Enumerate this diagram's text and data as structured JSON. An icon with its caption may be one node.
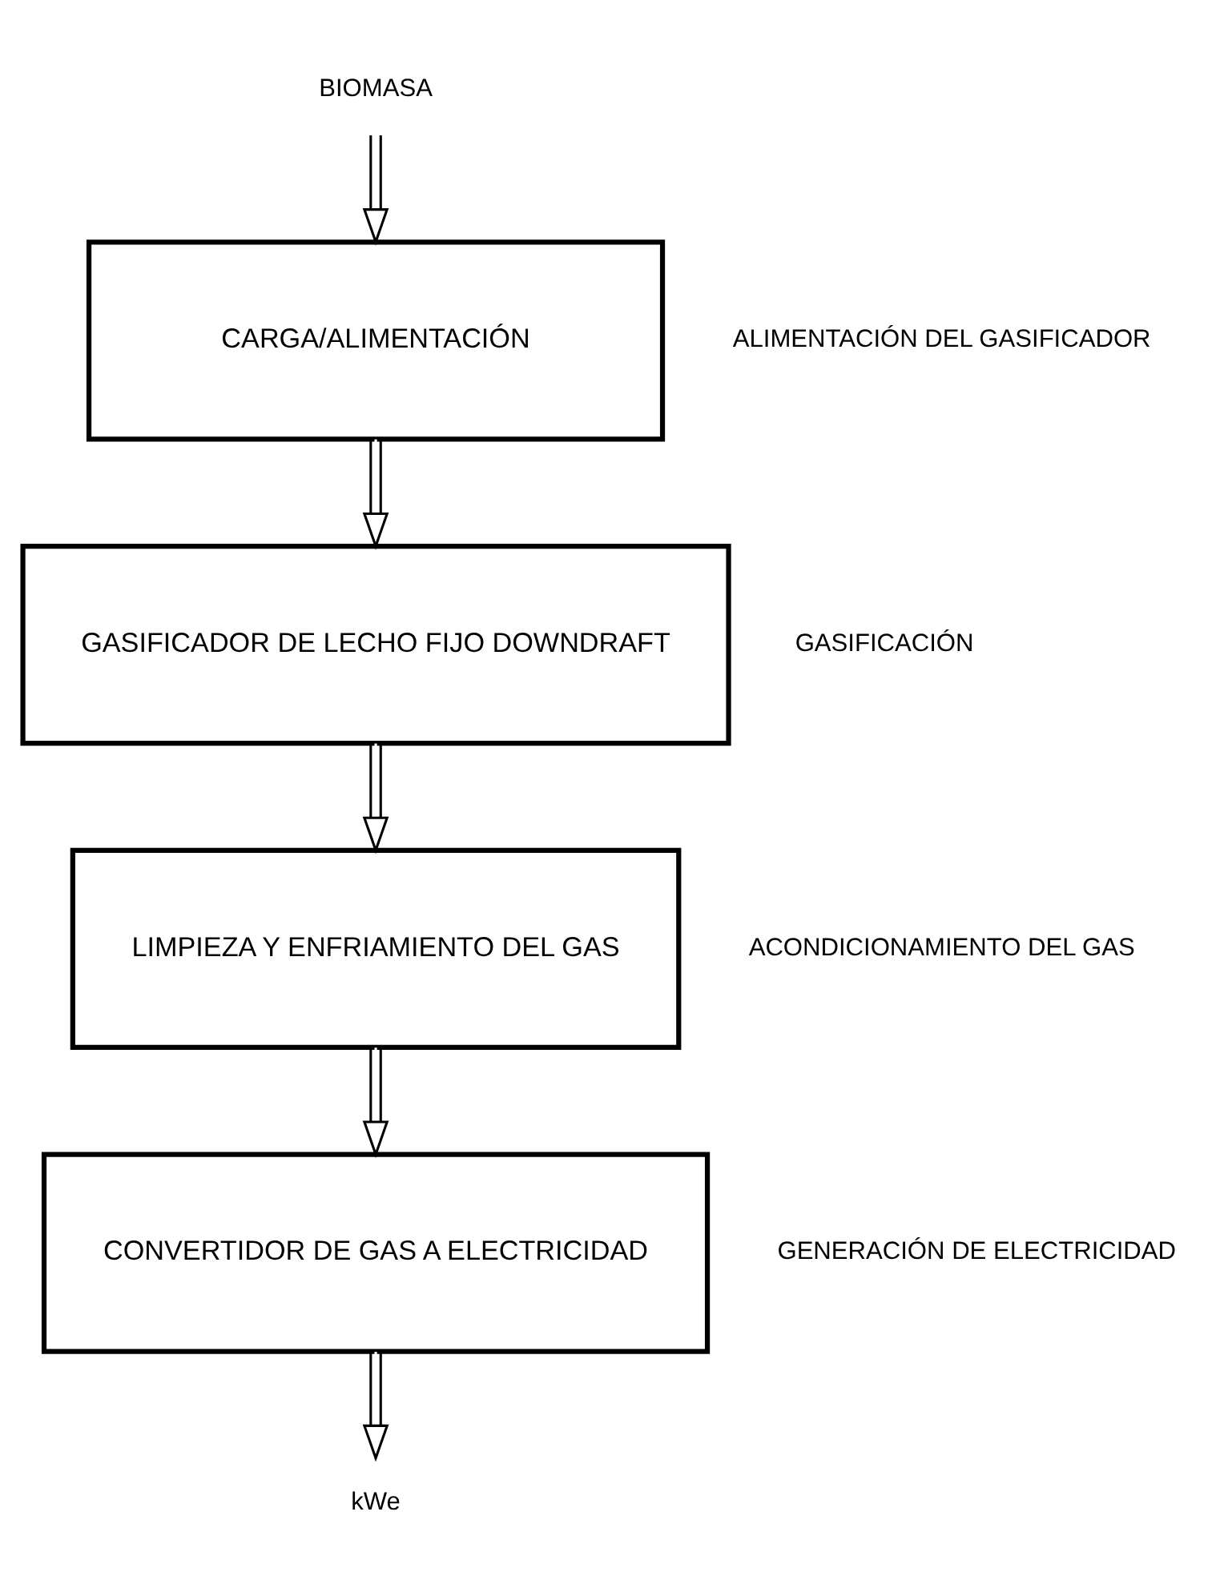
{
  "diagram": {
    "nodes": [
      {
        "text": [
          "BIOMASA"
        ]
      },
      {
        "text": [
          "CARGA/ALIMENTACIÓN"
        ],
        "beside": [
          "ALIMENTACIÓN DEL GASIFICADOR"
        ]
      },
      {
        "text": [
          "GASIFICADOR DE LECHO FIJO DOWNDRAFT"
        ],
        "beside": [
          "GASIFICACIÓN"
        ]
      },
      {
        "text": [
          "LIMPIEZA Y ENFRIAMIENTO DEL GAS"
        ],
        "beside": [
          "ACONDICIONAMIENTO DEL GAS"
        ]
      },
      {
        "text": [
          "CONVERTIDOR DE GAS A ELECTRICIDAD"
        ],
        "beside": [
          "GENERACIÓN DE ELECTRICIDAD"
        ]
      },
      {
        "text": [
          "kWe"
        ]
      }
    ],
    "edges": [
      {
        "from": 0,
        "to": 1,
        "arrow": "to"
      },
      {
        "from": 1,
        "to": 2,
        "arrow": "to"
      },
      {
        "from": 2,
        "to": 3,
        "arrow": "to"
      },
      {
        "from": 3,
        "to": 4,
        "arrow": "to"
      },
      {
        "from": 4,
        "to": 5,
        "arrow": "to"
      }
    ]
  }
}
